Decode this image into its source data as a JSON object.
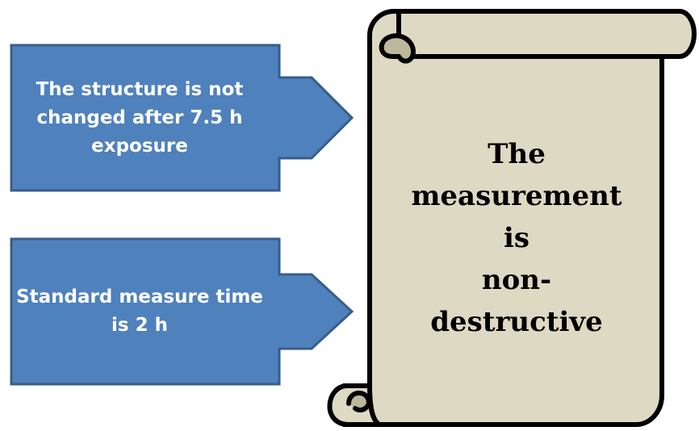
{
  "callouts": [
    {
      "text": "The structure is not changed after 7.5 h exposure"
    },
    {
      "text": "Standard measure time is 2 h"
    }
  ],
  "scroll": {
    "lines": [
      "The",
      "measurement",
      "is",
      "non-",
      "destructive"
    ]
  },
  "colors": {
    "callout_fill": "#4f81bd",
    "callout_stroke": "#385d8a",
    "scroll_fill": "#ddd9c3",
    "scroll_outline": "#000000"
  },
  "icons": [
    "arrow-callout-right",
    "scroll-banner"
  ]
}
